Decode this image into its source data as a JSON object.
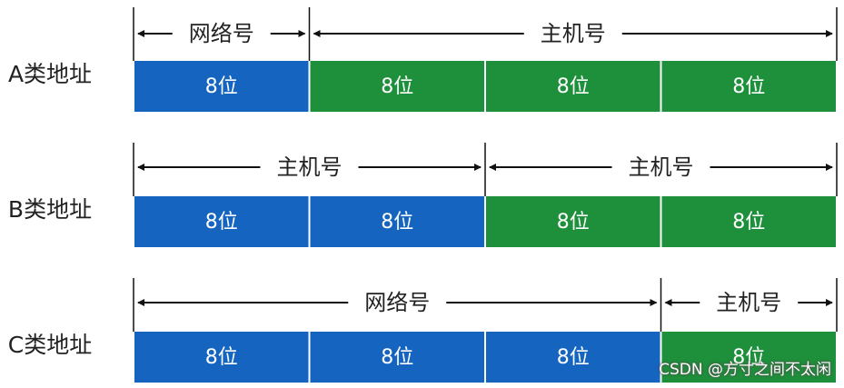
{
  "colors": {
    "network": "#1565c0",
    "host": "#1e8f3a",
    "line": "#111111"
  },
  "classes": [
    {
      "label": "A类地址",
      "spans": [
        {
          "label": "网络号",
          "octets": 1
        },
        {
          "label": "主机号",
          "octets": 3
        }
      ],
      "cells": [
        {
          "text": "8位",
          "type": "network"
        },
        {
          "text": "8位",
          "type": "host"
        },
        {
          "text": "8位",
          "type": "host"
        },
        {
          "text": "8位",
          "type": "host"
        }
      ]
    },
    {
      "label": "B类地址",
      "spans": [
        {
          "label": "主机号",
          "octets": 2
        },
        {
          "label": "主机号",
          "octets": 2
        }
      ],
      "cells": [
        {
          "text": "8位",
          "type": "network"
        },
        {
          "text": "8位",
          "type": "network"
        },
        {
          "text": "8位",
          "type": "host"
        },
        {
          "text": "8位",
          "type": "host"
        }
      ]
    },
    {
      "label": "C类地址",
      "spans": [
        {
          "label": "网络号",
          "octets": 3
        },
        {
          "label": "主机号",
          "octets": 1
        }
      ],
      "cells": [
        {
          "text": "8位",
          "type": "network"
        },
        {
          "text": "8位",
          "type": "network"
        },
        {
          "text": "8位",
          "type": "network"
        },
        {
          "text": "8位",
          "type": "host"
        }
      ]
    }
  ],
  "watermark": "CSDN @方寸之间不太闲"
}
